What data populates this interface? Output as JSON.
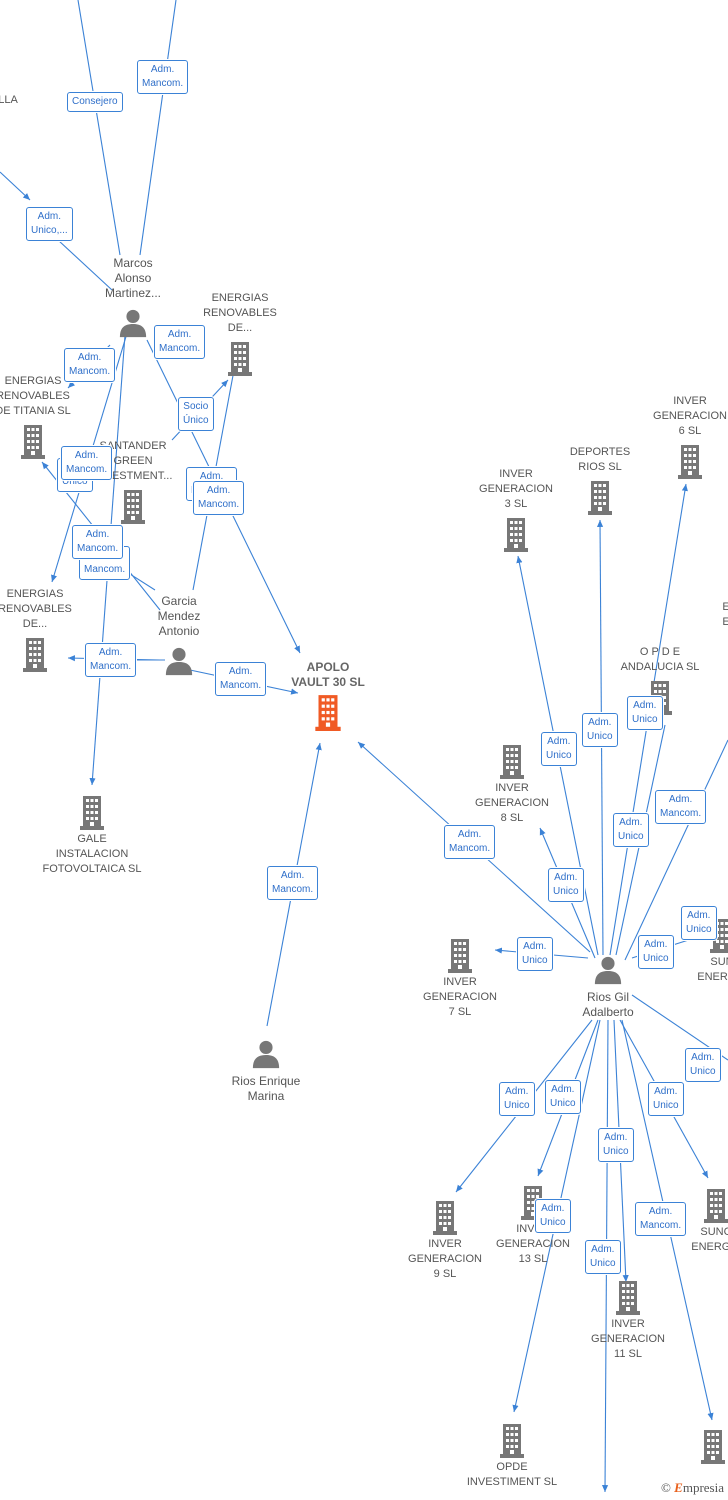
{
  "colors": {
    "edge": "#3b82d6",
    "building": "#777777",
    "main_building": "#f05a24",
    "person": "#777777",
    "edge_label_text": "#2f6fc9"
  },
  "credit": {
    "symbol": "©",
    "brand_initial": "E",
    "brand_rest": "mpresia"
  },
  "nodes": [
    {
      "id": "apolo",
      "type": "main-company",
      "label": "APOLO\nVAULT 30  SL"
    },
    {
      "id": "marcos",
      "type": "person",
      "label": "Marcos\nAlonso\nMartinez..."
    },
    {
      "id": "garcia",
      "type": "person",
      "label": "Garcia\nMendez\nAntonio"
    },
    {
      "id": "rios_enrique",
      "type": "person",
      "label": "Rios Enrique\nMarina"
    },
    {
      "id": "rios_gil",
      "type": "person",
      "label": "Rios Gil\nAdalberto"
    },
    {
      "id": "lla",
      "type": "label-only",
      "label": "LLA"
    },
    {
      "id": "er_de_top",
      "type": "company",
      "label": "ENERGIAS\nRENOVABLES\nDE..."
    },
    {
      "id": "er_titania",
      "type": "company",
      "label": "ENERGIAS\nRENOVABLES\nDE TITANIA  SL"
    },
    {
      "id": "santander",
      "type": "company",
      "label": "SANTANDER\nGREEN\nINVESTMENT..."
    },
    {
      "id": "er_de_left",
      "type": "company",
      "label": "ENERGIAS\nRENOVABLES\nDE..."
    },
    {
      "id": "gale",
      "type": "company",
      "label": "GALE\nINSTALACION\nFOTOVOLTAICA SL"
    },
    {
      "id": "ig3",
      "type": "company",
      "label": "INVER\nGENERACION\n3  SL"
    },
    {
      "id": "deportes",
      "type": "company",
      "label": "DEPORTES\nRIOS  SL"
    },
    {
      "id": "ig6",
      "type": "company",
      "label": "INVER\nGENERACION\n6  SL"
    },
    {
      "id": "opde_and",
      "type": "company",
      "label": "O P D E\nANDALUCIA SL"
    },
    {
      "id": "e_right",
      "type": "label-only",
      "label": "E\nE"
    },
    {
      "id": "ig8",
      "type": "company",
      "label": "INVER\nGENERACION\n8  SL"
    },
    {
      "id": "ig7",
      "type": "company",
      "label": "INVER\nGENERACION\n7  SL"
    },
    {
      "id": "sun_right",
      "type": "company",
      "label": "SUN\nENERGIA"
    },
    {
      "id": "ig9",
      "type": "company",
      "label": "INVER\nGENERACION\n9  SL"
    },
    {
      "id": "ig13",
      "type": "company",
      "label": "INVER\nGENERACION\n13  SL"
    },
    {
      "id": "sunc",
      "type": "company",
      "label": "SUNC\nENERGIA"
    },
    {
      "id": "ig11",
      "type": "company",
      "label": "INVER\nGENERACION\n11  SL"
    },
    {
      "id": "opde_inv",
      "type": "company",
      "label": "OPDE\nINVESTIMENT SL"
    },
    {
      "id": "br_bottom",
      "type": "company",
      "label": ""
    }
  ],
  "edge_labels": [
    {
      "id": "e_consejero",
      "text": "Consejero"
    },
    {
      "id": "e_admmanc_top",
      "text": "Adm.\nMancom."
    },
    {
      "id": "e_admunico_left",
      "text": "Adm.\nUnico,..."
    },
    {
      "id": "e_marcos_apolo",
      "text": "Adm.\nMancom."
    },
    {
      "id": "e_marcos_erleft",
      "text": "Adm.\nMancom."
    },
    {
      "id": "e_socio",
      "text": "Socio\nÚnico"
    },
    {
      "id": "e_titania_unico",
      "text": "Adm.\nUnico"
    },
    {
      "id": "e_titania_manc",
      "text": "Adm.\nMancom."
    },
    {
      "id": "e_garcia_ertop_a",
      "text": "Adm.\nMancom."
    },
    {
      "id": "e_garcia_ertop_b",
      "text": "Adm.\nMancom."
    },
    {
      "id": "e_garcia_erleft_a",
      "text": "Adm.\nMancom."
    },
    {
      "id": "e_garcia_erleft_b",
      "text": "Adm.\nMancom."
    },
    {
      "id": "e_garcia_gale",
      "text": "Adm.\nMancom."
    },
    {
      "id": "e_garcia_apolo",
      "text": "Adm.\nMancom."
    },
    {
      "id": "e_riosenr_apolo",
      "text": "Adm.\nMancom."
    },
    {
      "id": "e_riosgil_apolo",
      "text": "Adm.\nMancom."
    },
    {
      "id": "e_ig3",
      "text": "Adm.\nUnico"
    },
    {
      "id": "e_deportes",
      "text": "Adm.\nUnico"
    },
    {
      "id": "e_ig6",
      "text": "Adm.\nUnico"
    },
    {
      "id": "e_opde_and",
      "text": "Adm.\nUnico"
    },
    {
      "id": "e_e_right",
      "text": "Adm.\nMancom."
    },
    {
      "id": "e_ig8",
      "text": "Adm.\nUnico"
    },
    {
      "id": "e_ig7",
      "text": "Adm.\nUnico"
    },
    {
      "id": "e_sun_a",
      "text": "Adm.\nUnico"
    },
    {
      "id": "e_sun_b",
      "text": "Adm.\nUnico"
    },
    {
      "id": "e_ig9",
      "text": "Adm.\nUnico"
    },
    {
      "id": "e_ig13",
      "text": "Adm.\nUnico"
    },
    {
      "id": "e_opde_inv",
      "text": "Adm.\nUnico"
    },
    {
      "id": "e_bottom",
      "text": "Adm.\nUnico"
    },
    {
      "id": "e_ig11",
      "text": "Adm.\nUnico"
    },
    {
      "id": "e_sunc_a",
      "text": "Adm.\nUnico"
    },
    {
      "id": "e_sunc_b",
      "text": "Adm.\nUnico"
    },
    {
      "id": "e_br_bottom",
      "text": "Adm.\nMancom."
    }
  ]
}
